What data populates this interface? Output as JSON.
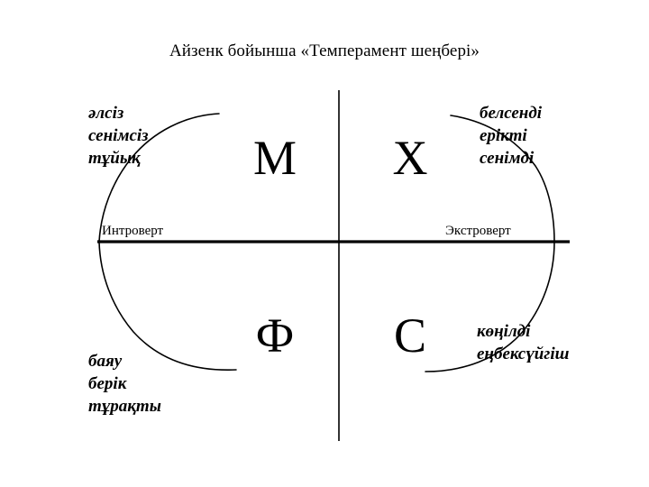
{
  "page": {
    "title": "Айзенк бойынша «Темперамент шеңбері»",
    "background_color": "#ffffff",
    "line_color": "#000000"
  },
  "diagram": {
    "type": "eysenck-temperament-circle",
    "axes": {
      "horizontal": {
        "left_label": "Интроверт",
        "right_label": "Экстроверт"
      }
    },
    "quadrants": [
      {
        "position": "top-left",
        "letter": "М",
        "traits": [
          "әлсіз",
          "сенімсіз",
          "тұйық"
        ]
      },
      {
        "position": "top-right",
        "letter": "Х",
        "traits": [
          "белсенді",
          "ерікті",
          "сенімді"
        ]
      },
      {
        "position": "bottom-left",
        "letter": "Ф",
        "traits": [
          "баяу",
          "берік",
          "тұрақты"
        ]
      },
      {
        "position": "bottom-right",
        "letter": "С",
        "traits": [
          "көңілді",
          "еңбексүйгіш"
        ]
      }
    ]
  }
}
